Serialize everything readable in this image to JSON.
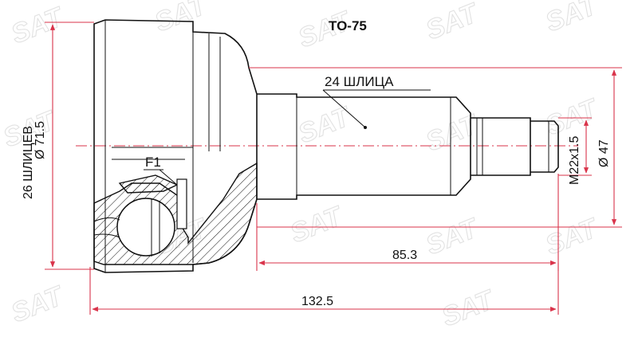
{
  "part_number": "TO-75",
  "watermark": "SAT",
  "labels": {
    "outer_splines": "26 ШЛИЦЕВ",
    "inner_splines": "24 ШЛИЦА",
    "thread": "M22x1.5",
    "fit_mark": "F1"
  },
  "dimensions": {
    "outer_diameter": "Ø 71.5",
    "shaft_diameter": "Ø 47",
    "shaft_length": "85.3",
    "total_length": "132.5"
  },
  "colors": {
    "dimension_lines": "#d9334a",
    "outline": "#111111",
    "watermark": "#e2e2e2"
  }
}
